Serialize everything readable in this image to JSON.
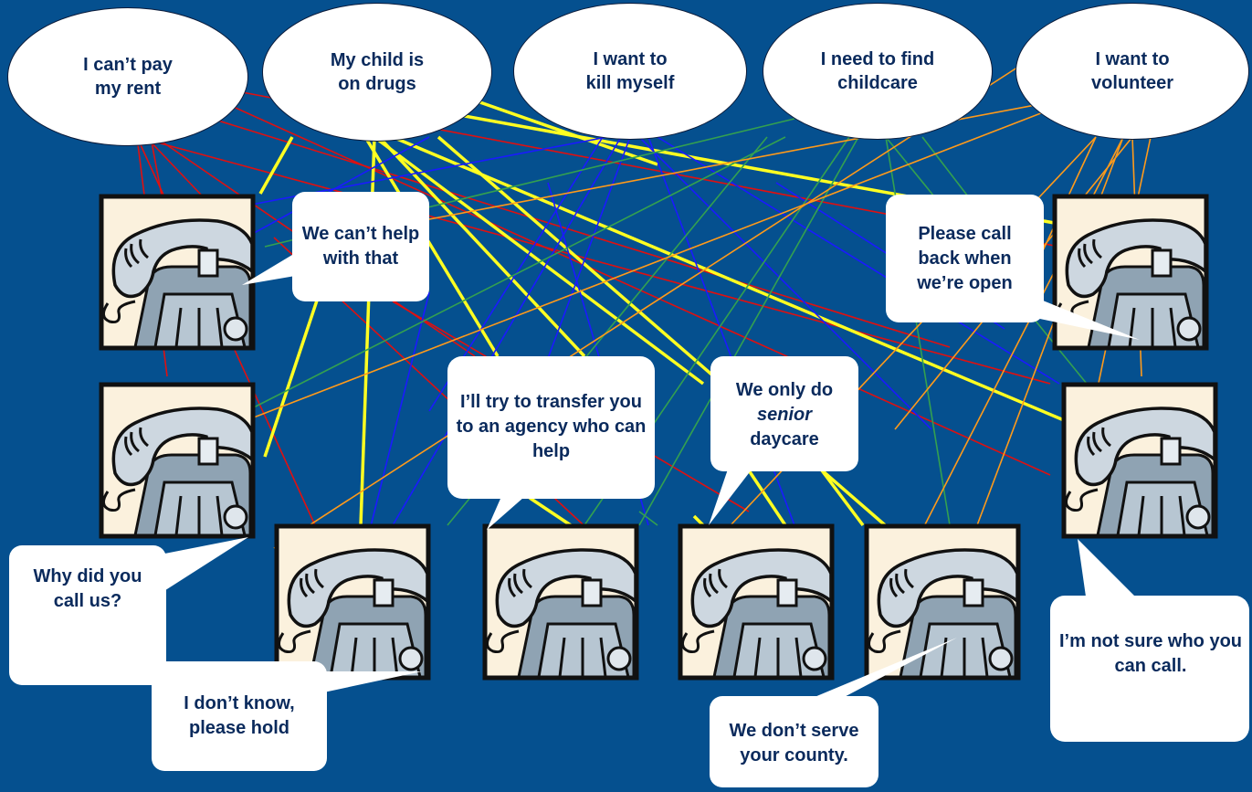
{
  "callers": [
    {
      "label": "I can’t pay\nmy rent",
      "name": "caller-rent"
    },
    {
      "label": "My child is\non drugs",
      "name": "caller-child-drugs"
    },
    {
      "label": "I want to\nkill myself",
      "name": "caller-suicide"
    },
    {
      "label": "I need to find\nchildcare",
      "name": "caller-childcare"
    },
    {
      "label": "I want to\nvolunteer",
      "name": "caller-volunteer"
    }
  ],
  "agency_phone_icon": "telephone-icon",
  "responses": {
    "cant_help": "We can’t help with that",
    "call_back": "Please call back when we’re open",
    "transfer": "I’ll try to transfer you to an agency who can help",
    "senior_1": "We only do",
    "senior_2": "senior",
    "senior_3": "daycare",
    "why_call": "Why did you call us?",
    "dont_know": "I don’t know, please hold",
    "not_serve": "We don’t serve your county.",
    "not_sure": "I’m not sure who you can call."
  },
  "colors": {
    "background": "#05508f",
    "line_red": "#e01010",
    "line_yellow": "#ffff22",
    "line_blue": "#1a1aff",
    "line_green": "#33a050",
    "line_orange": "#ff9a1a"
  }
}
